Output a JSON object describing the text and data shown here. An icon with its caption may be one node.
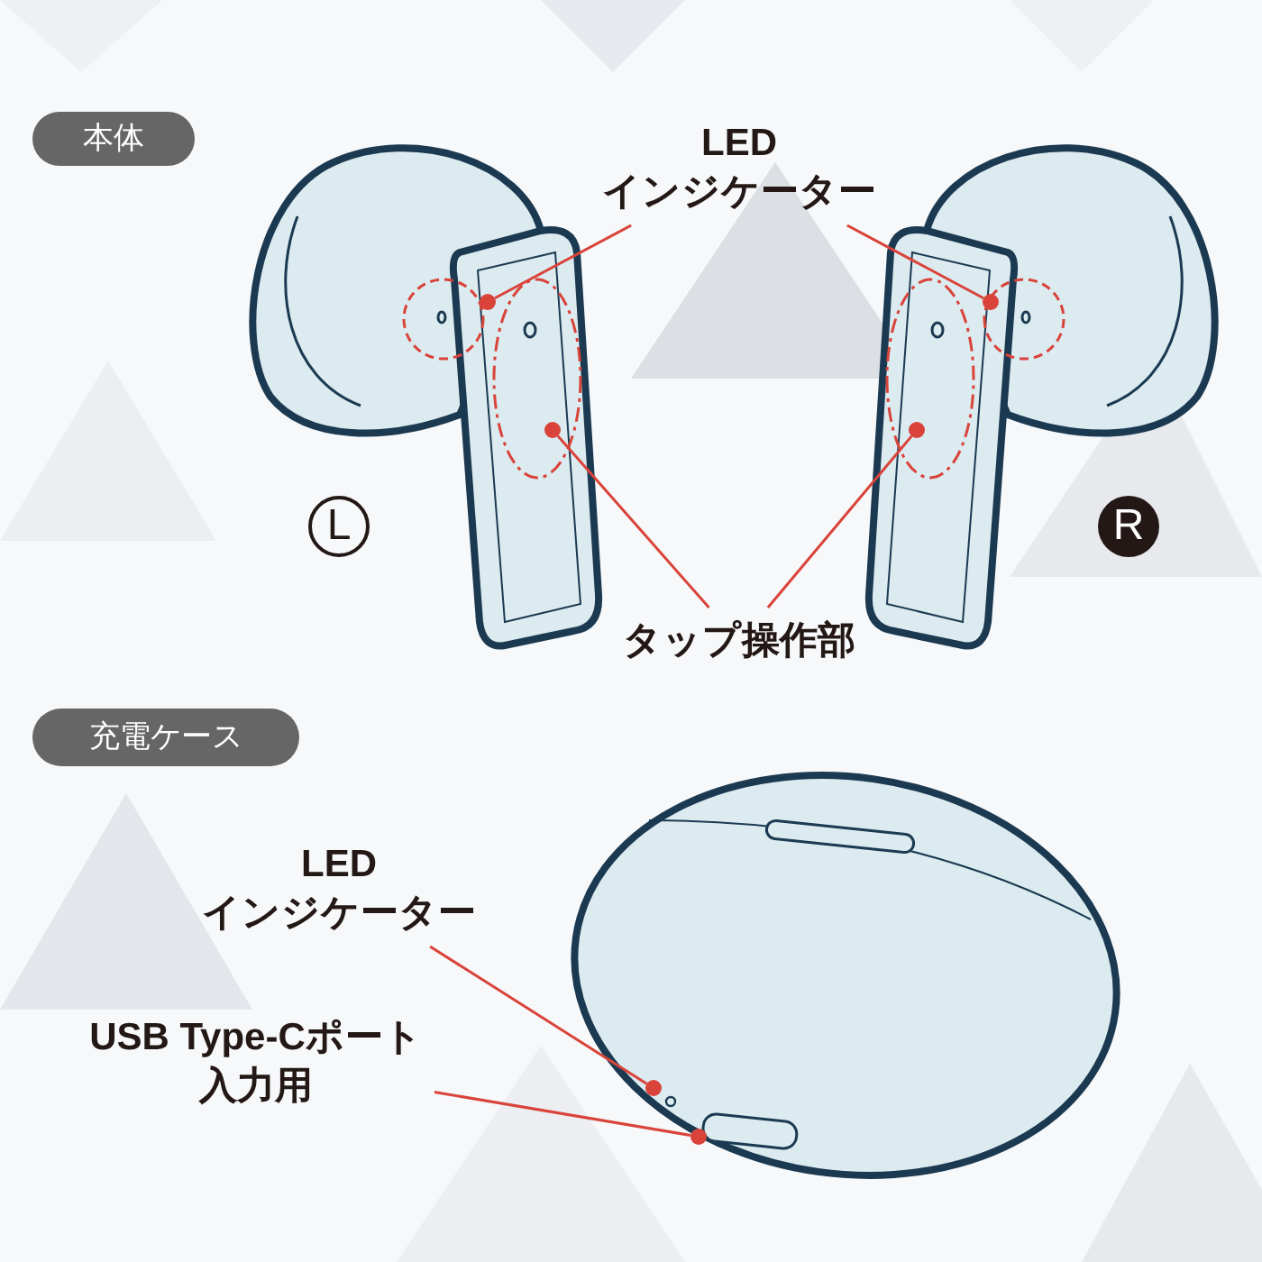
{
  "diagram": {
    "nodes": [
      {
        "text": [
          "本体"
        ]
      },
      {
        "text": [
          "LED インジケーター"
        ]
      },
      {
        "text": [
          "タップ操作部"
        ]
      },
      {
        "text": [],
        "shape": "circle"
      },
      {
        "text": [],
        "shape": "circle"
      },
      {
        "text": [],
        "shape": "circle"
      },
      {
        "text": [],
        "shape": "circle"
      },
      {
        "text": [
          "充電ケース"
        ]
      },
      {
        "text": [
          "LED インジケーター"
        ]
      },
      {
        "text": [
          "USB Type-Cポート入力用"
        ]
      },
      {
        "text": [],
        "shape": "circle"
      },
      {
        "text": [],
        "shape": "circle"
      }
    ],
    "edges": [
      {
        "from": 1,
        "to": 3,
        "arrow": "none"
      },
      {
        "from": 1,
        "to": 6,
        "arrow": "none"
      },
      {
        "from": 2,
        "to": 4,
        "arrow": "none"
      },
      {
        "from": 2,
        "to": 5,
        "arrow": "none"
      },
      {
        "from": 8,
        "to": 10,
        "arrow": "none"
      },
      {
        "from": 9,
        "to": 11,
        "arrow": "none"
      }
    ],
    "labels": [
      "L",
      "R"
    ]
  }
}
